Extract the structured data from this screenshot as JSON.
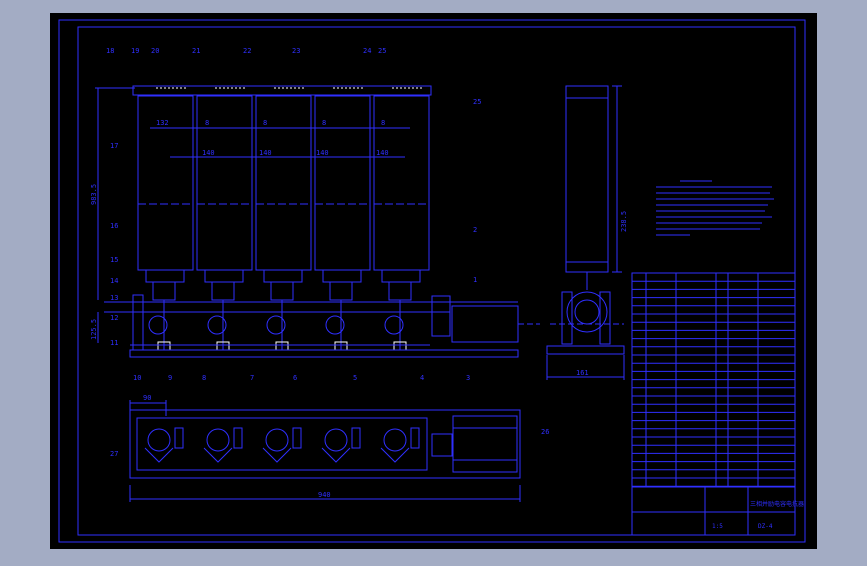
{
  "colors": {
    "window_bg": "#a3acc4",
    "paper": "#000000",
    "line": "#2f2fff",
    "mark": "#ffffff"
  },
  "callouts_top": [
    "18",
    "19",
    "20",
    "21",
    "22",
    "23",
    "24",
    "25"
  ],
  "callouts_left": [
    "17",
    "16",
    "15",
    "14",
    "13",
    "12",
    "11"
  ],
  "callouts_bottom": [
    "10",
    "9",
    "8",
    "7",
    "6",
    "5",
    "4",
    "3"
  ],
  "callouts_right": [
    "25",
    "2",
    "1"
  ],
  "callout_plan": "26",
  "callout_plan_left": "27",
  "dims": {
    "overall_height": "983.5",
    "shaft_height": "125.5",
    "pitch_first": "132",
    "gap": "8",
    "pitch": "140",
    "side_height": "238.5",
    "side_width": "161",
    "plan_offset": "90",
    "plan_length": "940"
  },
  "title_block": {
    "name": "三相并励电容电抗器",
    "drawing_no": "DZ-4",
    "sub_title": "",
    "label_scale": "1:5"
  }
}
